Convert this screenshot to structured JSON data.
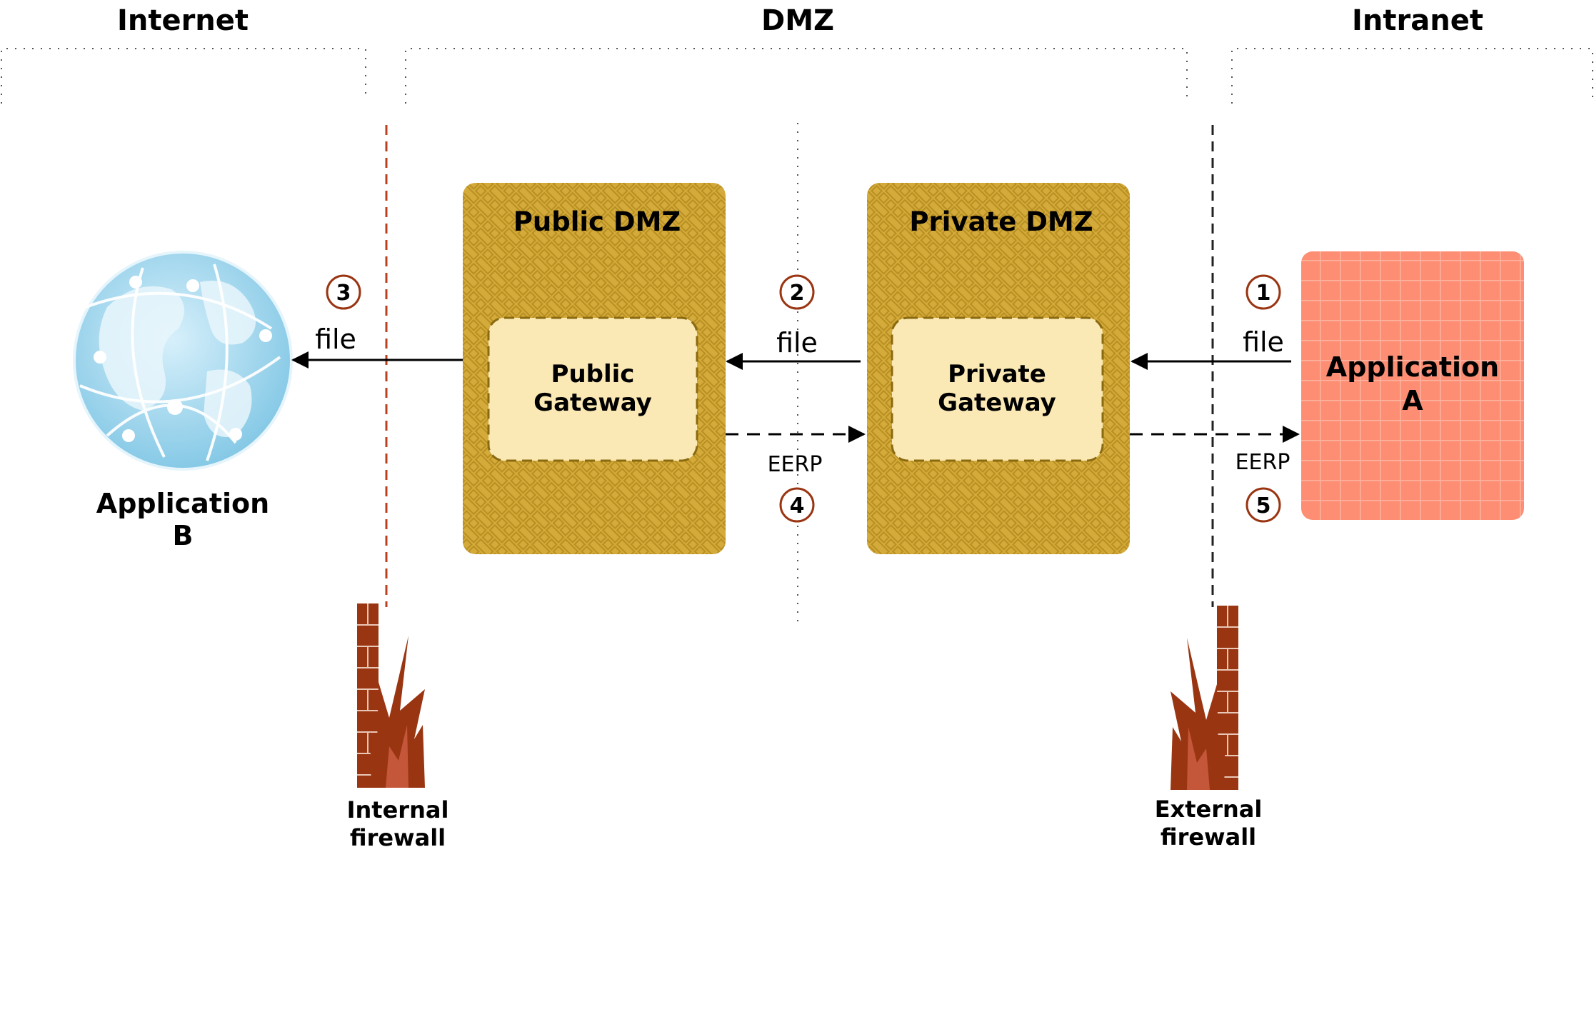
{
  "zones": {
    "internet": "Internet",
    "dmz": "DMZ",
    "intranet": "Intranet"
  },
  "public_dmz": {
    "title": "Public DMZ",
    "gateway_line1": "Public",
    "gateway_line2": "Gateway"
  },
  "private_dmz": {
    "title": "Private DMZ",
    "gateway_line1": "Private",
    "gateway_line2": "Gateway"
  },
  "application_a": {
    "line1": "Application",
    "line2": "A"
  },
  "application_b": {
    "line1": "Application",
    "line2": "B"
  },
  "internal_firewall": {
    "line1": "Internal",
    "line2": "firewall"
  },
  "external_firewall": {
    "line1": "External",
    "line2": "firewall"
  },
  "flows": {
    "step1": {
      "number": "1",
      "label": "file"
    },
    "step2": {
      "number": "2",
      "label": "file"
    },
    "step3": {
      "number": "3",
      "label": "file"
    },
    "step4": {
      "number": "4",
      "label": "EERP"
    },
    "step5": {
      "number": "5",
      "label": "EERP"
    }
  },
  "colors": {
    "dmz_box": "#d4aa3a",
    "gateway_box": "#fbe9b5",
    "application_a": "#fd8e73",
    "globe": "#a8d8ee",
    "firewall": "#9a3512",
    "step_circle": "#9a3512",
    "internal_firewall_line": "#b8401f"
  },
  "icons": {
    "globe": "globe-icon",
    "firewall": "firewall-icon"
  }
}
